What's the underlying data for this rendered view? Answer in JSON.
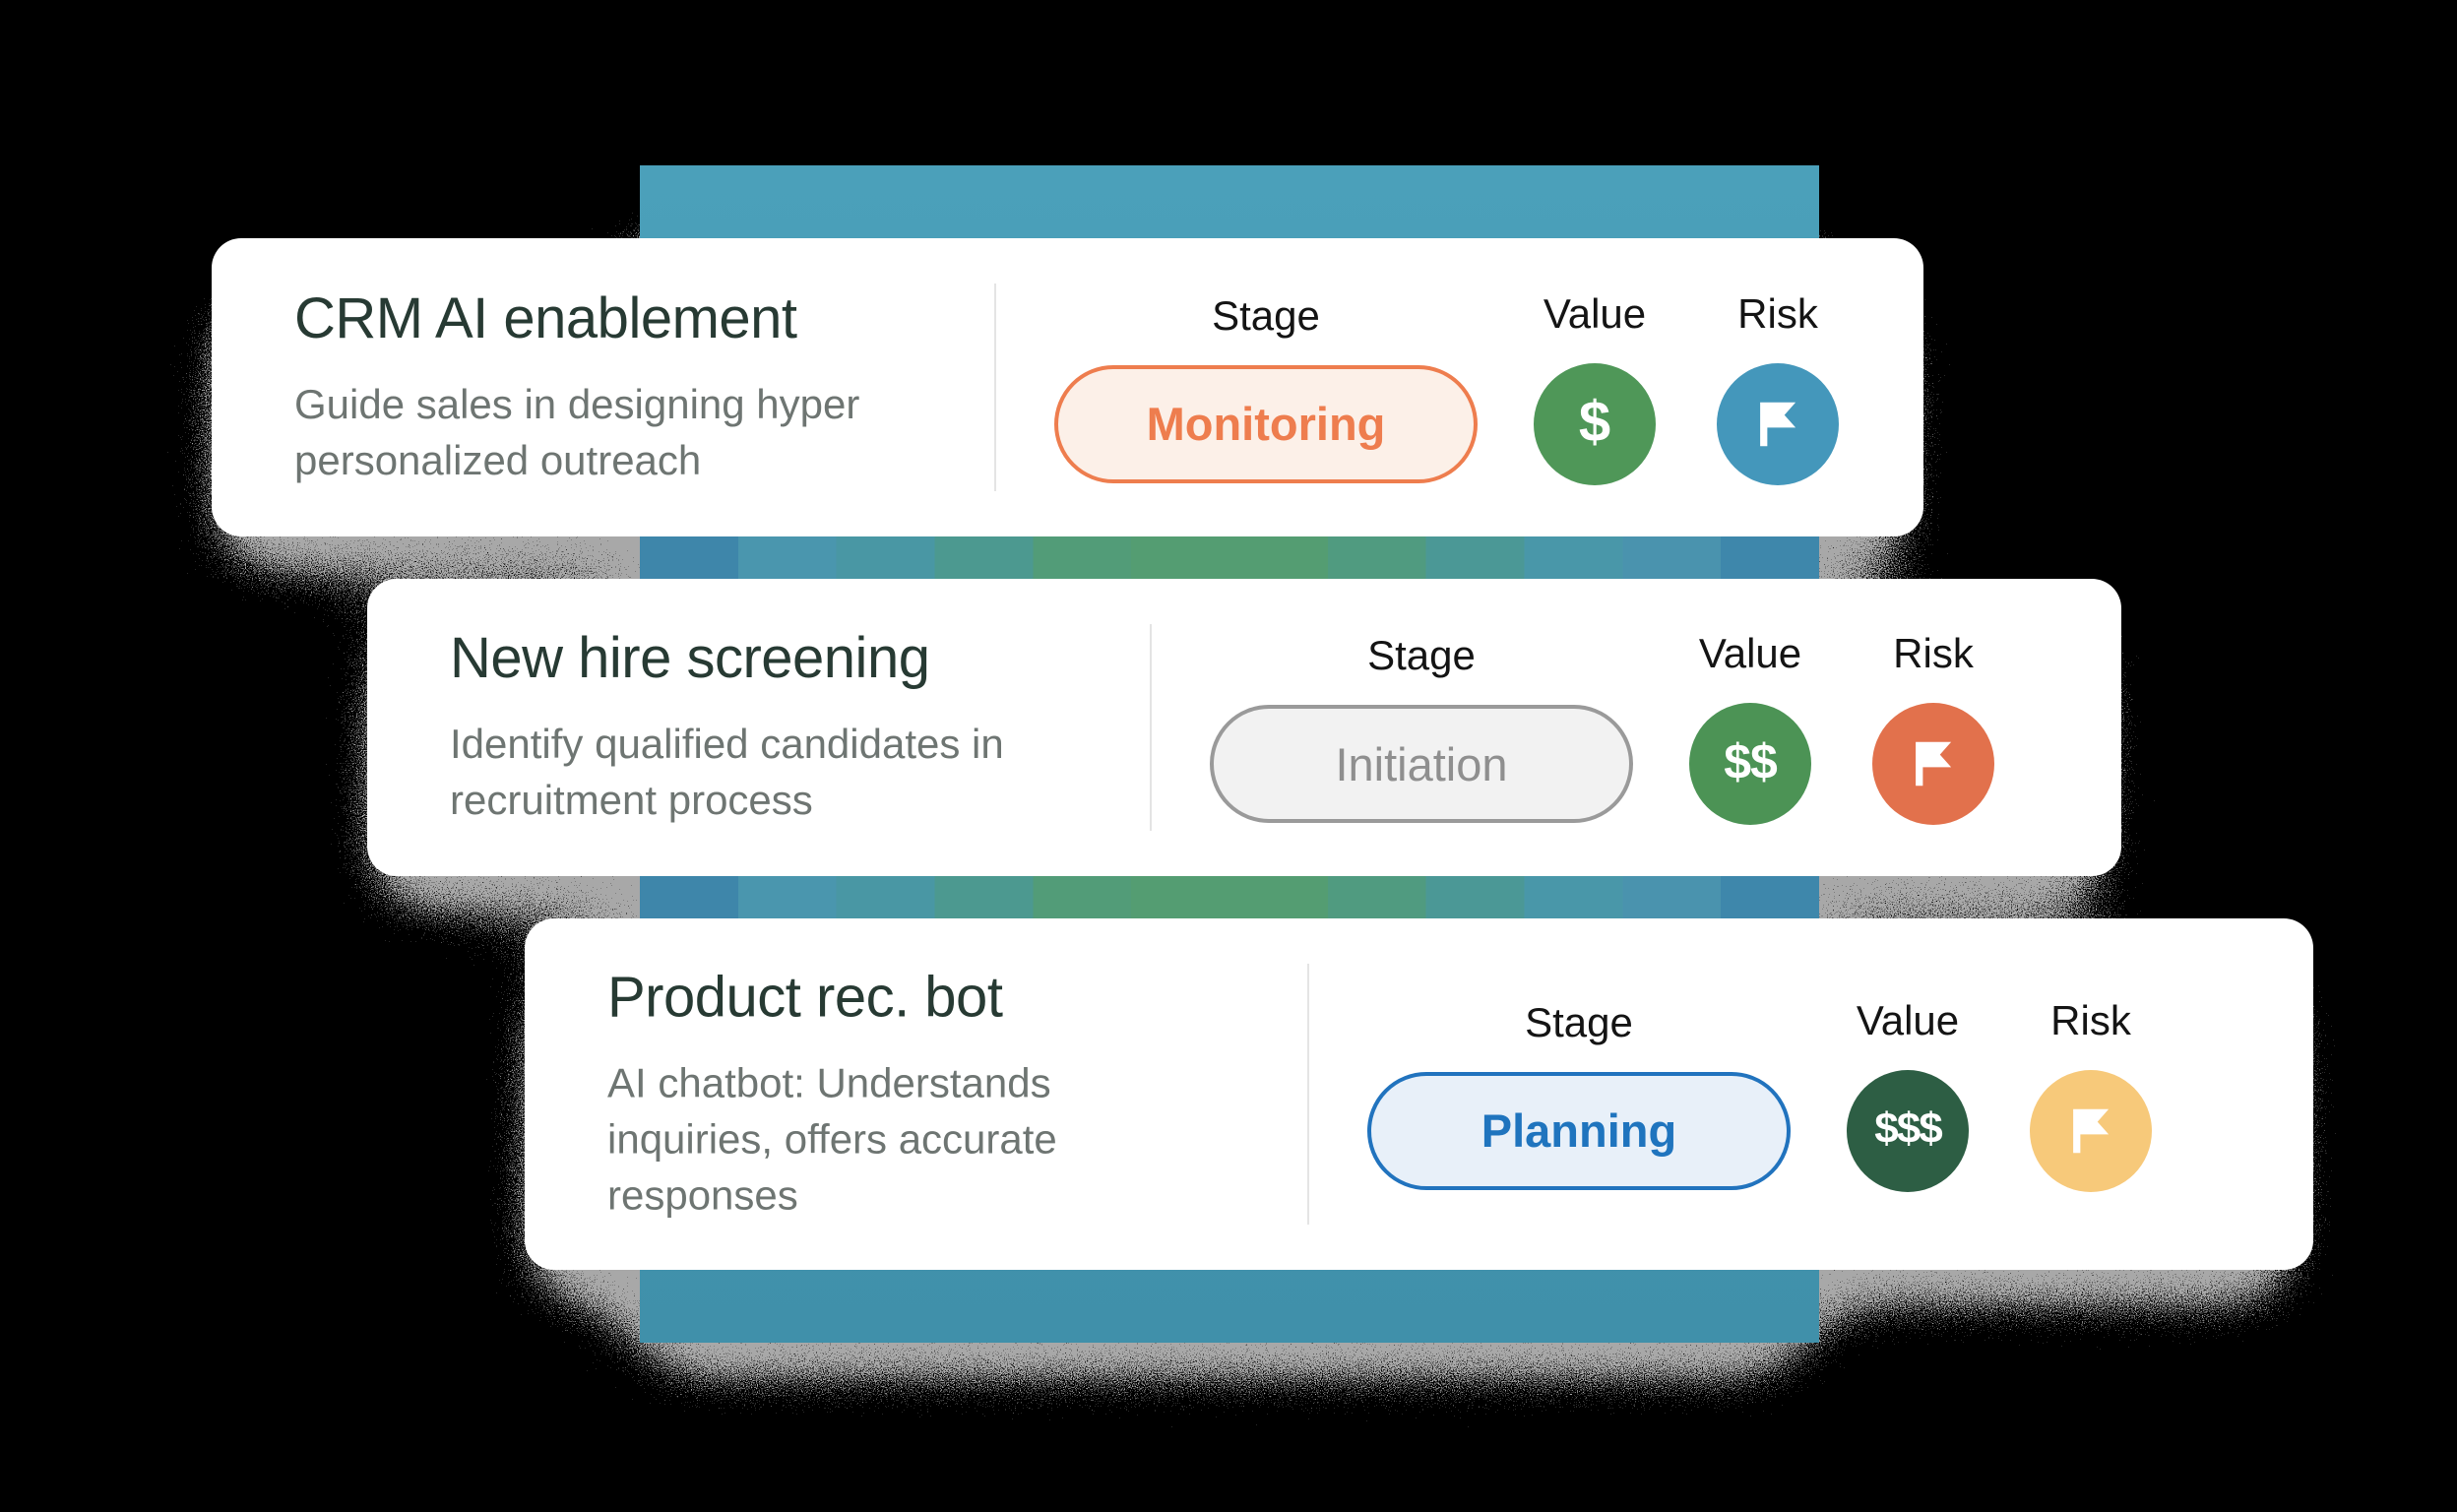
{
  "theme": {
    "background": "#000000",
    "card_bg": "#FFFFFF",
    "title_color": "#273A33",
    "description_color": "#6E7572",
    "header_color": "#141414",
    "divider_color": "#E4E4E4",
    "shadow_grain_color": "#A8A8A8"
  },
  "band": {
    "color_top": "#4BA0BA",
    "color_bottom": "#4090AA",
    "stripe_colors": [
      "#3E86AA",
      "#4A96AE",
      "#4997A4",
      "#4C9990",
      "#529C78",
      "#549D72",
      "#549D72",
      "#509B80",
      "#4B9896",
      "#4997A9",
      "#4A93AE",
      "#3E87AB"
    ]
  },
  "cards": [
    {
      "title": "CRM AI enablement",
      "description": "Guide sales in designing hyper\npersonalized outreach",
      "stage_header": "Stage",
      "value_header": "Value",
      "risk_header": "Risk",
      "stage": {
        "label": "Monitoring",
        "text_color": "#EE7D4E",
        "border_color": "#EE7D4E",
        "bg_color": "#FCF0E8"
      },
      "value": {
        "amount": "$",
        "circle_color": "#4F9758"
      },
      "risk": {
        "icon": "flag-icon",
        "circle_color": "#4497BB"
      }
    },
    {
      "title": "New hire screening",
      "description": "Identify qualified candidates in\nrecruitment process",
      "stage_header": "Stage",
      "value_header": "Value",
      "risk_header": "Risk",
      "stage": {
        "label": "Initiation",
        "text_color": "#8F8F8F",
        "border_color": "#9A9A9A",
        "bg_color": "#F2F2F2"
      },
      "value": {
        "amount": "$$",
        "circle_color": "#4C9355"
      },
      "risk": {
        "icon": "flag-icon",
        "circle_color": "#E2714C"
      }
    },
    {
      "title": "Product rec. bot",
      "description": "AI chatbot: Understands\ninquiries, offers accurate\nresponses",
      "stage_header": "Stage",
      "value_header": "Value",
      "risk_header": "Risk",
      "stage": {
        "label": "Planning",
        "text_color": "#1F74BE",
        "border_color": "#2173BE",
        "bg_color": "#E8F0F9"
      },
      "value": {
        "amount": "$$$",
        "circle_color": "#2D5E44"
      },
      "risk": {
        "icon": "flag-icon",
        "circle_color": "#F7C97A"
      }
    }
  ]
}
